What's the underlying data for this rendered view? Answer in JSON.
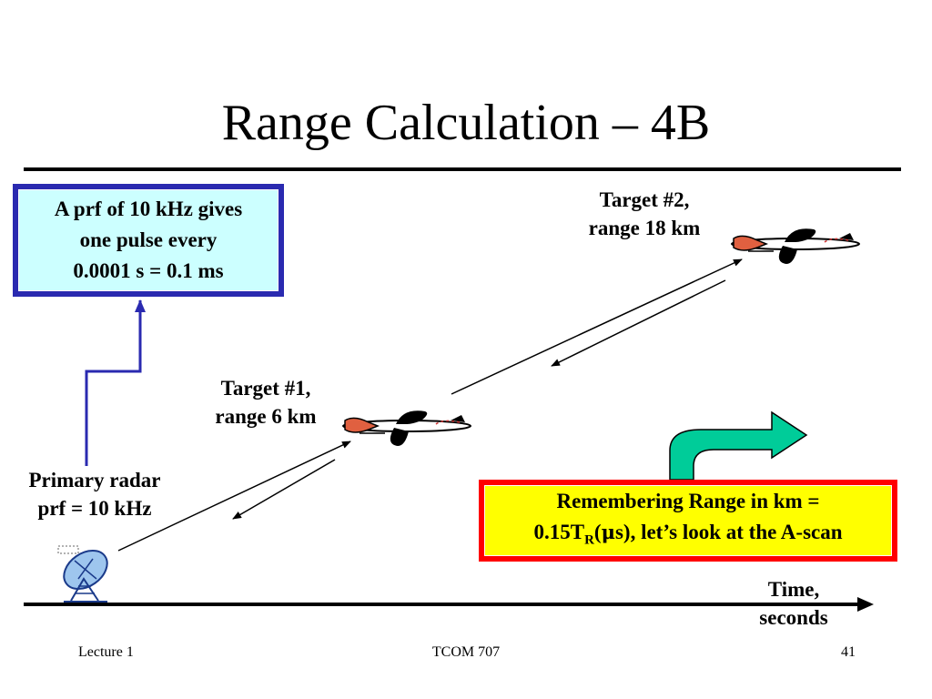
{
  "title": "Range Calculation – 4B",
  "prf_box": {
    "line1": "A prf of 10 kHz gives",
    "line2": "one pulse every",
    "line3": "0.0001 s = 0.1 ms"
  },
  "target1": {
    "line1": "Target #1,",
    "line2": "range 6 km"
  },
  "target2": {
    "line1": "Target #2,",
    "line2": "range 18 km"
  },
  "radar": {
    "line1": "Primary radar",
    "line2": "prf = 10 kHz"
  },
  "remember": {
    "line1": "Remembering Range in km =",
    "part_a": "0.15T",
    "sub": "R",
    "part_b": "(",
    "mu": "μ",
    "part_c": "s), let’s look at the A-scan"
  },
  "axis": {
    "line1": "Time,",
    "line2": "seconds"
  },
  "footer": {
    "left": "Lecture 1",
    "center": "TCOM 707",
    "right": "41"
  },
  "colors": {
    "prf_box_bg": "#ccffff",
    "prf_box_border": "#2a2ab0",
    "remember_bg": "#ffff00",
    "remember_border": "#ff0000",
    "curved_arrow": "#00cc99",
    "connector": "#2a2ab0"
  },
  "icons": [
    "radar-dish-icon",
    "airplane-icon",
    "curved-arrow-icon"
  ]
}
